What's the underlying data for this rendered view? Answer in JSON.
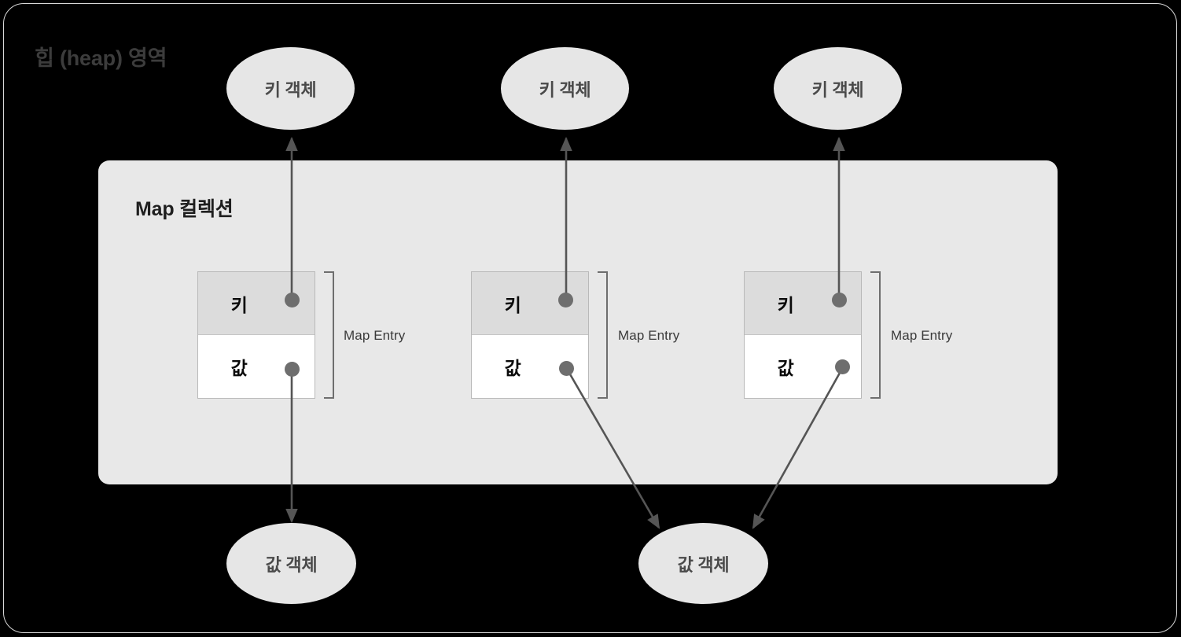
{
  "panel": {
    "heap_label": "힙 (heap) 영역",
    "background_color": "#000000",
    "border_color": "#d8d8d8"
  },
  "map_container": {
    "label": "Map 컬렉션",
    "background_color": "#e8e8e8"
  },
  "entries": [
    {
      "key_label": "키",
      "value_label": "값",
      "caption": "Map Entry",
      "key_cell_color": "#dcdcdc",
      "value_cell_color": "#ffffff"
    },
    {
      "key_label": "키",
      "value_label": "값",
      "caption": "Map Entry",
      "key_cell_color": "#dcdcdc",
      "value_cell_color": "#ffffff"
    },
    {
      "key_label": "키",
      "value_label": "값",
      "caption": "Map Entry",
      "key_cell_color": "#dcdcdc",
      "value_cell_color": "#ffffff"
    }
  ],
  "key_objects": [
    {
      "label": "키 객체"
    },
    {
      "label": "키 객체"
    },
    {
      "label": "키 객체"
    }
  ],
  "value_objects": [
    {
      "label": "값 객체"
    },
    {
      "label": "값 객체"
    }
  ],
  "colors": {
    "dot": "#6e6e6e",
    "edge": "#555555",
    "node_fill": "#e6e6e6",
    "node_text": "#4a4a4a",
    "caption_text": "#3a3a3a"
  }
}
